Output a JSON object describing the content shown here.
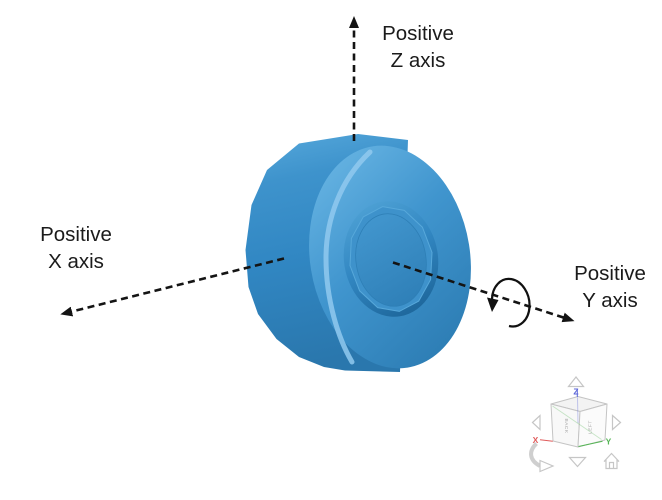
{
  "viewport": {
    "background": "#ffffff",
    "annotations": {
      "z_axis": {
        "line1": "Positive",
        "line2": "Z axis"
      },
      "x_axis": {
        "line1": "Positive",
        "line2": "X axis"
      },
      "y_axis": {
        "line1": "Positive",
        "line2": "Y axis"
      }
    },
    "axis_style": {
      "color": "#141414",
      "dash": "7 4.5"
    },
    "model": {
      "name": "wheel",
      "color_light": "#5FADDE",
      "color_primary": "#3488C4",
      "color_dark": "#216A9E"
    }
  },
  "view_cube": {
    "face_labels": {
      "left_face": "BACK",
      "right_face": "LEFT"
    },
    "axis_labels": {
      "x": "X",
      "y": "Y",
      "z": "Z"
    },
    "axis_colors": {
      "x": "#e05c5c",
      "y": "#55b555",
      "z": "#5b66d9"
    },
    "frame_color": "#c4c4c4"
  }
}
